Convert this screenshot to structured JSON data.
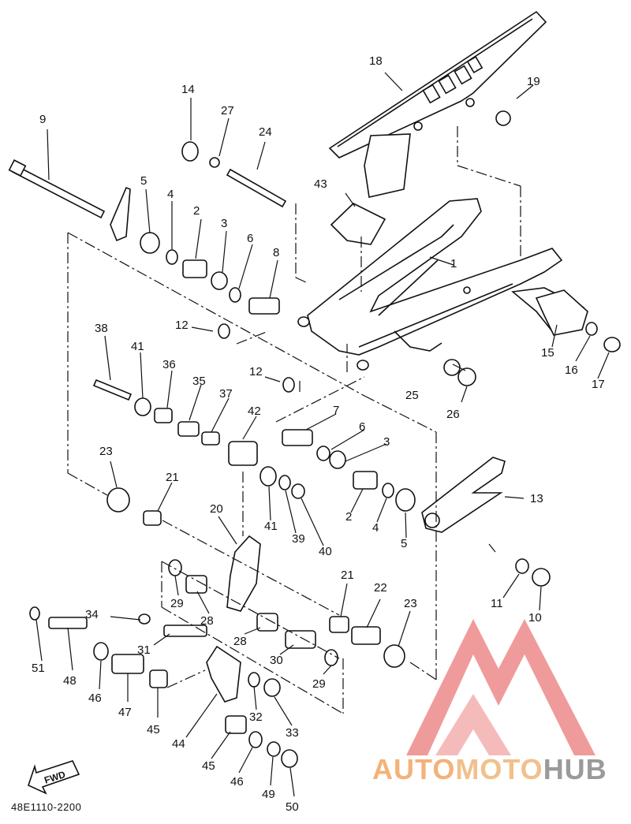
{
  "diagram": {
    "part_labels": {
      "l1": "1",
      "l2a": "2",
      "l2b": "2",
      "l3a": "3",
      "l3b": "3",
      "l4a": "4",
      "l4b": "4",
      "l5a": "5",
      "l5b": "5",
      "l6a": "6",
      "l6b": "6",
      "l7": "7",
      "l8": "8",
      "l9": "9",
      "l10": "10",
      "l11": "11",
      "l12a": "12",
      "l12b": "12",
      "l13": "13",
      "l14": "14",
      "l15": "15",
      "l16": "16",
      "l17": "17",
      "l18": "18",
      "l19": "19",
      "l20": "20",
      "l21a": "21",
      "l21b": "21",
      "l22": "22",
      "l23a": "23",
      "l23b": "23",
      "l24": "24",
      "l25": "25",
      "l26": "26",
      "l27": "27",
      "l28a": "28",
      "l28b": "28",
      "l29a": "29",
      "l29b": "29",
      "l30": "30",
      "l31": "31",
      "l32": "32",
      "l33": "33",
      "l34": "34",
      "l35": "35",
      "l36": "36",
      "l37": "37",
      "l38": "38",
      "l39": "39",
      "l40": "40",
      "l41a": "41",
      "l41b": "41",
      "l42": "42",
      "l43": "43",
      "l44": "44",
      "l45a": "45",
      "l45b": "45",
      "l46a": "46",
      "l46b": "46",
      "l47": "47",
      "l48": "48",
      "l49": "49",
      "l50": "50",
      "l51": "51"
    },
    "fwd_label": "FWD",
    "diagram_code": "48E1110-2200"
  },
  "watermark": {
    "brand_part1": "AUTO",
    "brand_part2": "MOTO",
    "brand_part3": "HUB",
    "logo_color": "#ee8a8a",
    "brand_color_1": "#f3b27a",
    "brand_color_2": "#9a9a9a"
  }
}
